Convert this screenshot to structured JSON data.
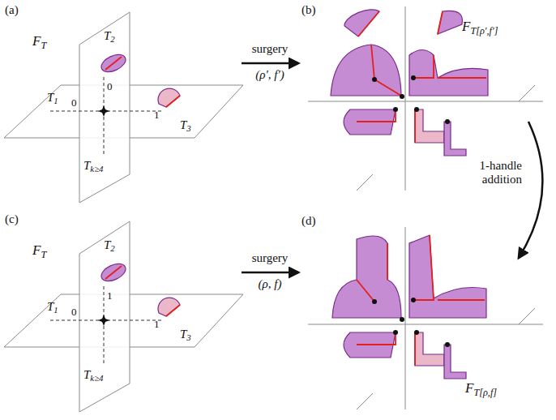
{
  "diagram": {
    "labels": [
      "(a)",
      "FT",
      "T1",
      "T2",
      "T3",
      "Tk≥4",
      "0",
      "0",
      "1",
      "surgery",
      "(ρ′, f′)",
      "(b)",
      "FT[ρ′,f′]",
      "1-handle addition",
      "(c)",
      "FT",
      "T1",
      "T2",
      "T3",
      "Tk≥4",
      "0",
      "1",
      "1",
      "surgery",
      "(ρ, f)",
      "(d)",
      "FT[ρ,f]"
    ]
  }
}
